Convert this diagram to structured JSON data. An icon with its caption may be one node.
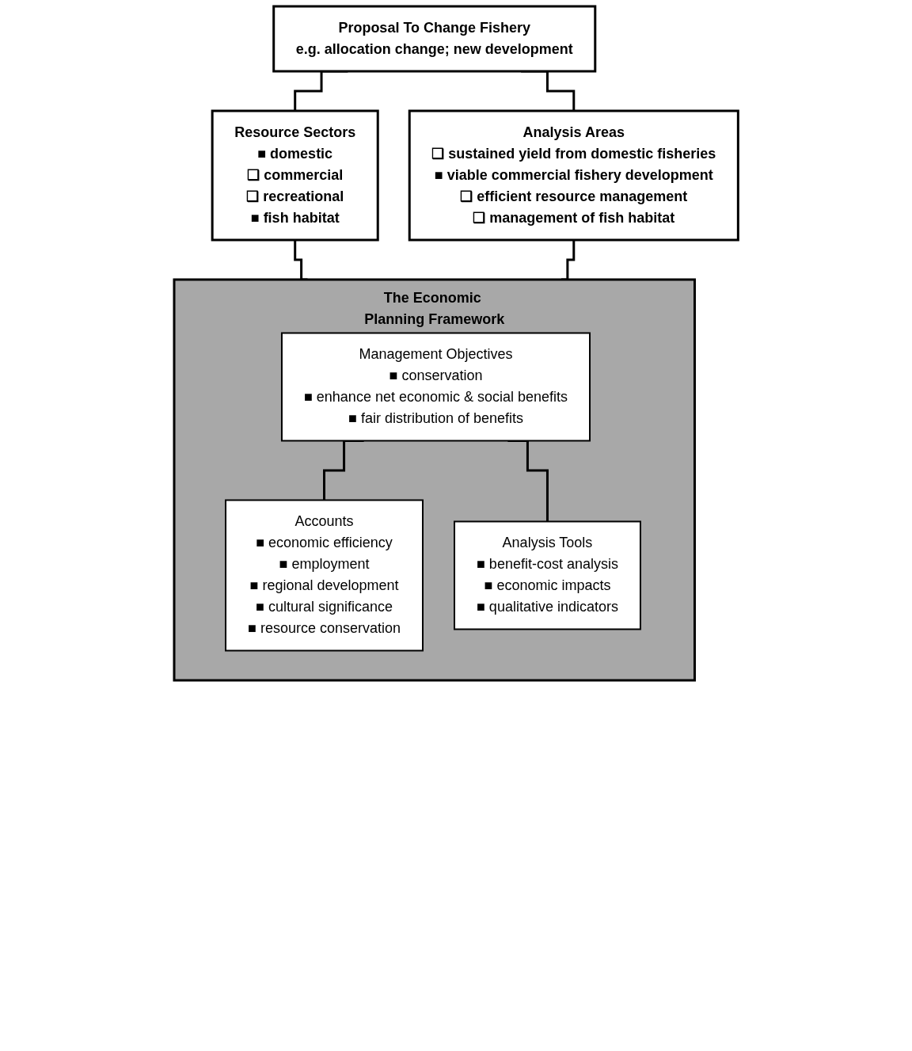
{
  "diagram": {
    "nodes": [
      {
        "text": [
          "Proposal To Change Fishery",
          "e.g. allocation change; new development"
        ]
      },
      {
        "text": [
          "Resource Sectors",
          "■ domestic",
          "❑ commercial",
          "❑ recreational",
          "■ fish habitat"
        ]
      },
      {
        "text": [
          "Analysis Areas",
          "❑ sustained yield from domestic fisheries",
          "■ viable commercial fishery development",
          "❑ efficient resource management",
          "❑ management of fish habitat"
        ]
      },
      {
        "text": [
          "The Economic Planning Framework"
        ]
      },
      {
        "text": [
          "Management Objectives",
          "■ conservation",
          "■ enhance net economic & social benefits",
          "■ fair distribution of benefits"
        ],
        "in": 3
      },
      {
        "text": [
          "Accounts",
          "■ economic efficiency",
          "■ employment",
          "■ regional development",
          "■ cultural significance",
          "■ resource conservation"
        ],
        "in": 3
      },
      {
        "text": [
          "Analysis Tools",
          "■ benefit-cost analysis",
          "■ economic impacts",
          "■ qualitative indicators"
        ],
        "in": 3
      }
    ],
    "edges": [
      {
        "from": 0,
        "to": 1,
        "arrow": "none"
      },
      {
        "from": 0,
        "to": 2,
        "arrow": "none"
      },
      {
        "from": 1,
        "to": 3,
        "arrow": "none"
      },
      {
        "from": 2,
        "to": 3,
        "arrow": "none"
      },
      {
        "from": 4,
        "to": 5,
        "arrow": "none"
      },
      {
        "from": 4,
        "to": 6,
        "arrow": "none"
      }
    ]
  }
}
